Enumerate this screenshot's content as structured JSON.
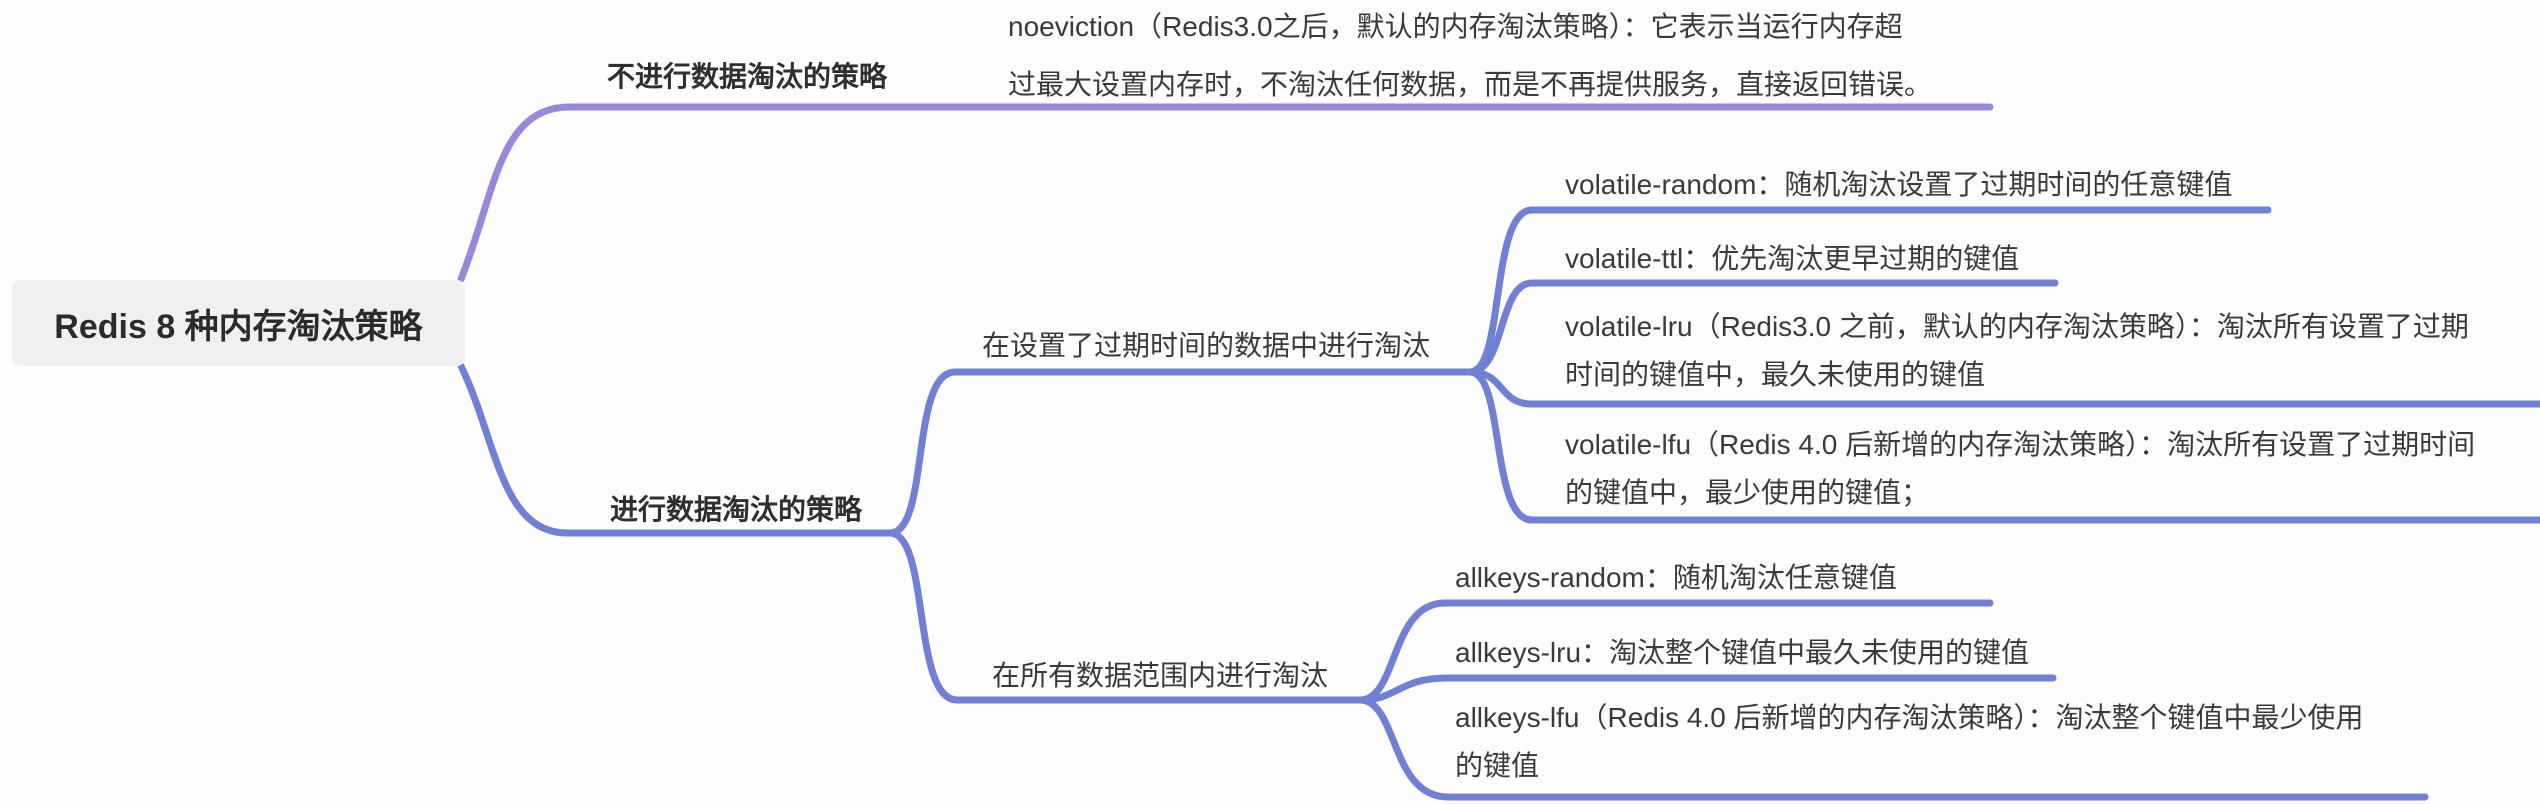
{
  "mindmap": {
    "title": "Redis eviction strategies mind map",
    "colors": {
      "no_eviction_branch": "#9a87d9",
      "eviction_branch": "#6f80d5",
      "root_bg": "#f0f0f2",
      "canvas_bg": "#fdfdfe",
      "text_dark": "#2f2f2f",
      "text_body": "#3a3a3a"
    },
    "root": {
      "label": "Redis 8 种内存淘汰策略"
    },
    "branches": [
      {
        "label": "不进行数据淘汰的策略",
        "children": [
          {
            "lines": [
              "noeviction（Redis3.0之后，默认的内存淘汰策略）：它表示当运行内存超",
              "过最大设置内存时，不淘汰任何数据，而是不再提供服务，直接返回错误。"
            ]
          }
        ]
      },
      {
        "label": "进行数据淘汰的策略",
        "children": [
          {
            "label": "在设置了过期时间的数据中进行淘汰",
            "children": [
              {
                "lines": [
                  "volatile-random：随机淘汰设置了过期时间的任意键值"
                ]
              },
              {
                "lines": [
                  "volatile-ttl：优先淘汰更早过期的键值"
                ]
              },
              {
                "lines": [
                  "volatile-lru（Redis3.0 之前，默认的内存淘汰策略）：淘汰所有设置了过期",
                  "时间的键值中，最久未使用的键值"
                ]
              },
              {
                "lines": [
                  "volatile-lfu（Redis 4.0 后新增的内存淘汰策略）：淘汰所有设置了过期时间",
                  "的键值中，最少使用的键值；"
                ]
              }
            ]
          },
          {
            "label": "在所有数据范围内进行淘汰",
            "children": [
              {
                "lines": [
                  "allkeys-random：随机淘汰任意键值"
                ]
              },
              {
                "lines": [
                  "allkeys-lru：淘汰整个键值中最久未使用的键值"
                ]
              },
              {
                "lines": [
                  "allkeys-lfu（Redis 4.0 后新增的内存淘汰策略）：淘汰整个键值中最少使用",
                  "的键值"
                ]
              }
            ]
          }
        ]
      }
    ]
  }
}
